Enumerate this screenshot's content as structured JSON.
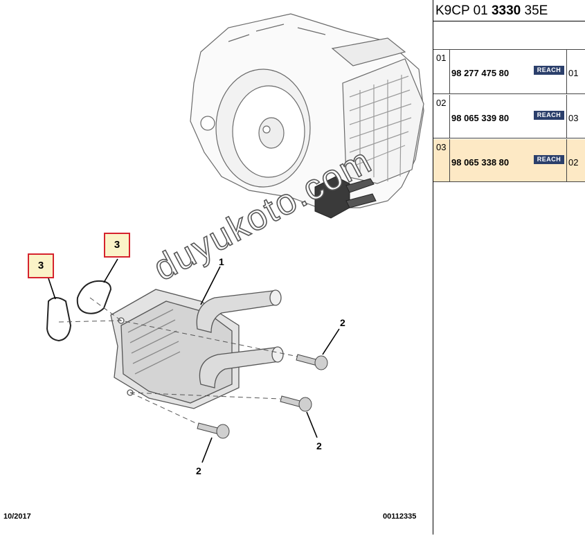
{
  "diagram": {
    "callouts": {
      "c1": "1",
      "c2a": "2",
      "c2b": "2",
      "c2c": "2",
      "c3a": "3",
      "c3b": "3"
    },
    "watermark": "duyukoto.com",
    "footer_date": "10/2017",
    "footer_code": "00112335"
  },
  "header": {
    "pre": "K9CP 01 ",
    "bold": "3330",
    "post": " 35E"
  },
  "parts": [
    {
      "index": "01",
      "part_no": "98 277 475 80",
      "badge": "REACH",
      "qty": "01",
      "selected": false
    },
    {
      "index": "02",
      "part_no": "98 065 339 80",
      "badge": "REACH",
      "qty": "03",
      "selected": false
    },
    {
      "index": "03",
      "part_no": "98 065 338 80",
      "badge": "REACH",
      "qty": "02",
      "selected": true
    }
  ],
  "colors": {
    "highlight_bg": "#fde9c5",
    "callout_border": "#d5222d",
    "callout_bg": "#fbf3c8",
    "badge_bg": "#2b3f6b"
  }
}
